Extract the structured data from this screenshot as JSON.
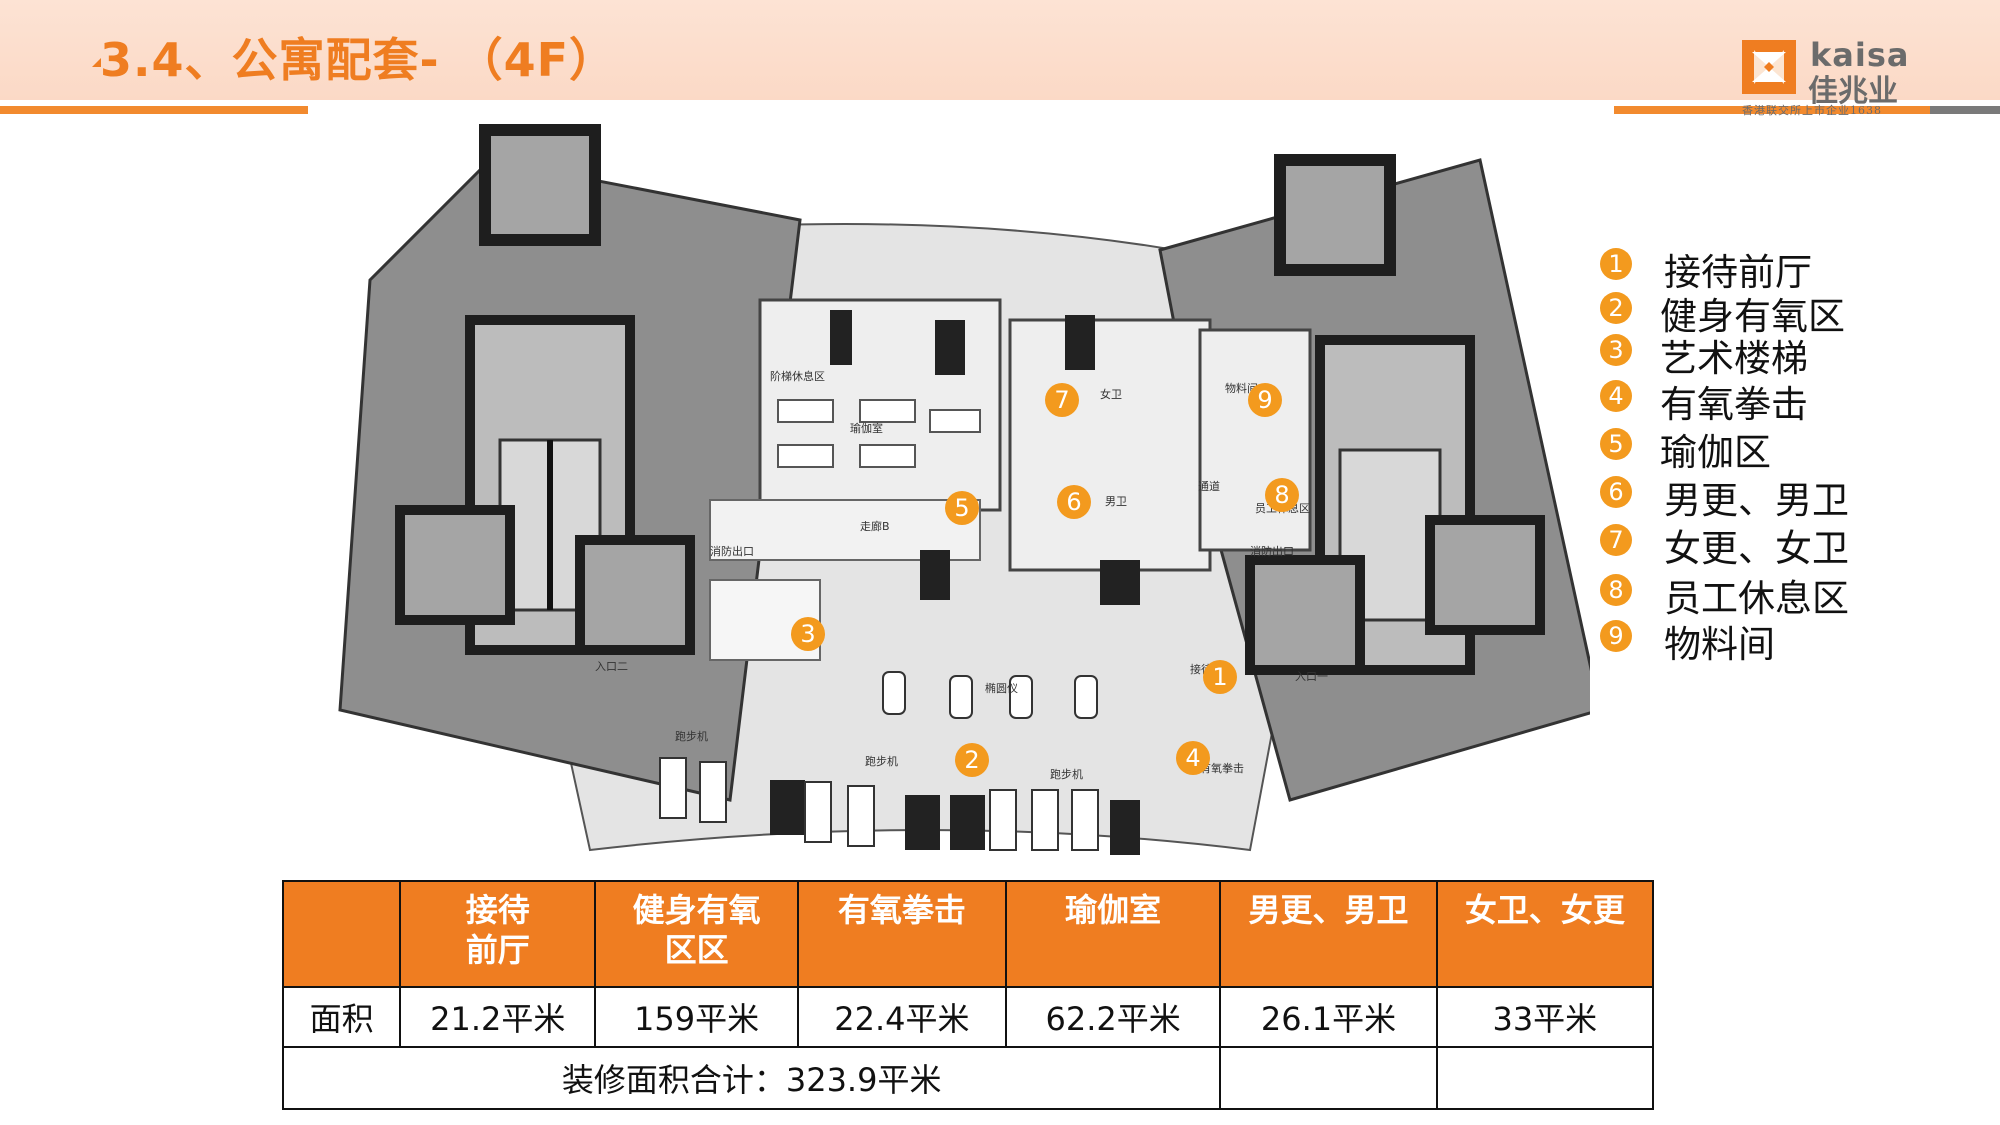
{
  "header": {
    "title": "3.4、公寓配套- （4F）"
  },
  "logo": {
    "brand_en": "kaisa",
    "brand_cn": "佳兆业",
    "subtitle": "香港联交所上市企业1638"
  },
  "plan": {
    "room_labels": [
      "阶梯休息区",
      "瑜伽室",
      "走廊B",
      "消防出口",
      "入口二",
      "跑步机",
      "跑步机",
      "椭圆仪",
      "跑步机",
      "女卫",
      "男卫",
      "通道",
      "接待前台",
      "有氧拳击",
      "物料间",
      "员工休息区",
      "消防出口",
      "入口一"
    ],
    "markers": [
      "1",
      "2",
      "3",
      "4",
      "5",
      "6",
      "7",
      "8",
      "9"
    ]
  },
  "legend": {
    "items": [
      {
        "num": "1",
        "label": "接待前厅"
      },
      {
        "num": "2",
        "label": "健身有氧区"
      },
      {
        "num": "3",
        "label": "艺术楼梯"
      },
      {
        "num": "4",
        "label": "有氧拳击"
      },
      {
        "num": "5",
        "label": "瑜伽区"
      },
      {
        "num": "6",
        "label": "男更、男卫"
      },
      {
        "num": "7",
        "label": "女更、女卫"
      },
      {
        "num": "8",
        "label": "员工休息区"
      },
      {
        "num": "9",
        "label": "物料间"
      }
    ]
  },
  "table": {
    "headers": [
      "",
      "接待\n前厅",
      "健身有氧\n区区",
      "有氧拳击",
      "瑜伽室",
      "男更、男卫",
      "女卫、女更"
    ],
    "row_label": "面积",
    "values": [
      "21.2平米",
      "159平米",
      "22.4平米",
      "62.2平米",
      "26.1平米",
      "33平米"
    ],
    "total": "装修面积合计：323.9平米"
  },
  "colors": {
    "accent": "#ef7d21",
    "marker": "#f39a1e",
    "header_bg": "#fbd9c6",
    "wall": "#2b2b2b",
    "core_fill": "#9a9a9a",
    "floor_fill": "#e6e6e6"
  }
}
